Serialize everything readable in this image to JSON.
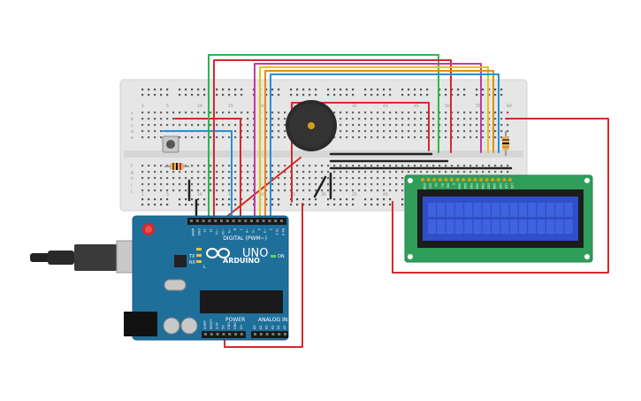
{
  "canvas": {
    "background": "#ffffff"
  },
  "colors": {
    "breadboard": "#e6e6e6",
    "arduino": "#1f6f9b",
    "lcd_pcb": "#2f9e5a",
    "lcd_screen": "#2f4fc6",
    "buzzer": "#2b2b2b",
    "wire_red": "#d42a2a",
    "wire_green": "#2db84a",
    "wire_magenta": "#c03ca0",
    "wire_yellow": "#e6c21a",
    "wire_orange": "#e88a1a",
    "wire_blue": "#2a8fd4",
    "wire_black": "#222222"
  },
  "breadboard": {
    "row_labels": [
      "a",
      "b",
      "c",
      "d",
      "e",
      "f",
      "g",
      "h",
      "i",
      "j"
    ],
    "column_numbers": [
      "1",
      "5",
      "10",
      "15",
      "20",
      "25",
      "30",
      "35",
      "40",
      "45",
      "50",
      "55",
      "60"
    ]
  },
  "arduino": {
    "brand": "ARDUINO",
    "model": "UNO",
    "digital_label": "DIGITAL (PWM~)",
    "power_label": "POWER",
    "analog_label": "ANALOG IN",
    "led_on": "ON",
    "led_l": "L",
    "led_tx": "TX",
    "led_rx": "RX",
    "digital_pins": [
      "AREF",
      "GND",
      "13",
      "12",
      "~11",
      "~10",
      "~9",
      "8",
      "7",
      "~6",
      "~5",
      "4",
      "~3",
      "2",
      "TX 1",
      "RX 0"
    ],
    "power_pins": [
      "IOREF",
      "RESET",
      "3.3V",
      "5V",
      "GND",
      "GND",
      "Vin"
    ],
    "analog_pins": [
      "A0",
      "A1",
      "A2",
      "A3",
      "A4",
      "A5"
    ]
  },
  "lcd": {
    "pins": [
      "GND",
      "VCC",
      "V0",
      "RS",
      "RW",
      "E",
      "DB0",
      "DB1",
      "DB2",
      "DB3",
      "DB4",
      "DB5",
      "DB6",
      "DB7",
      "LED",
      "LED"
    ],
    "columns": 16,
    "rows": 2
  },
  "components": {
    "buzzer": "piezo-buzzer",
    "pushbutton": "pushbutton",
    "resistor": "resistor"
  }
}
